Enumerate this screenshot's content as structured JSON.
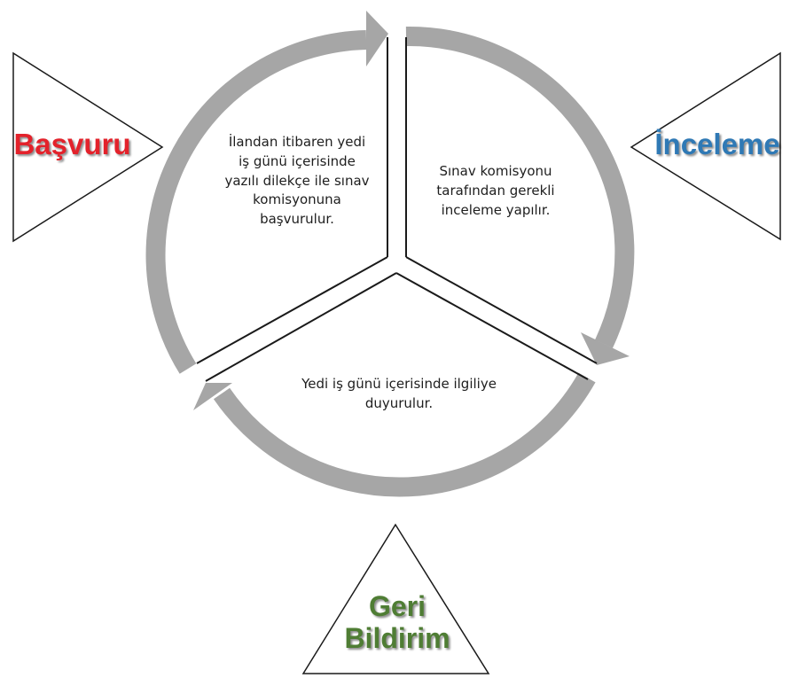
{
  "stages": {
    "application": {
      "label": "Başvuru",
      "color": "#e3222b"
    },
    "review": {
      "label": "İnceleme",
      "color": "#2f79b5"
    },
    "feedback": {
      "label_line1": "Geri",
      "label_line2": "Bildirim",
      "color": "#4f7d34"
    }
  },
  "steps": {
    "application_text": "İlandan itibaren yedi iş günü içerisinde yazılı dilekçe ile sınav komisyonuna başvurulur.",
    "review_text": "Sınav komisyonu tarafından gerekli inceleme yapılır.",
    "feedback_text": "Yedi iş günü içerisinde ilgiliye duyurulur."
  },
  "cycle": {
    "arrow_color": "#a6a6a6"
  }
}
